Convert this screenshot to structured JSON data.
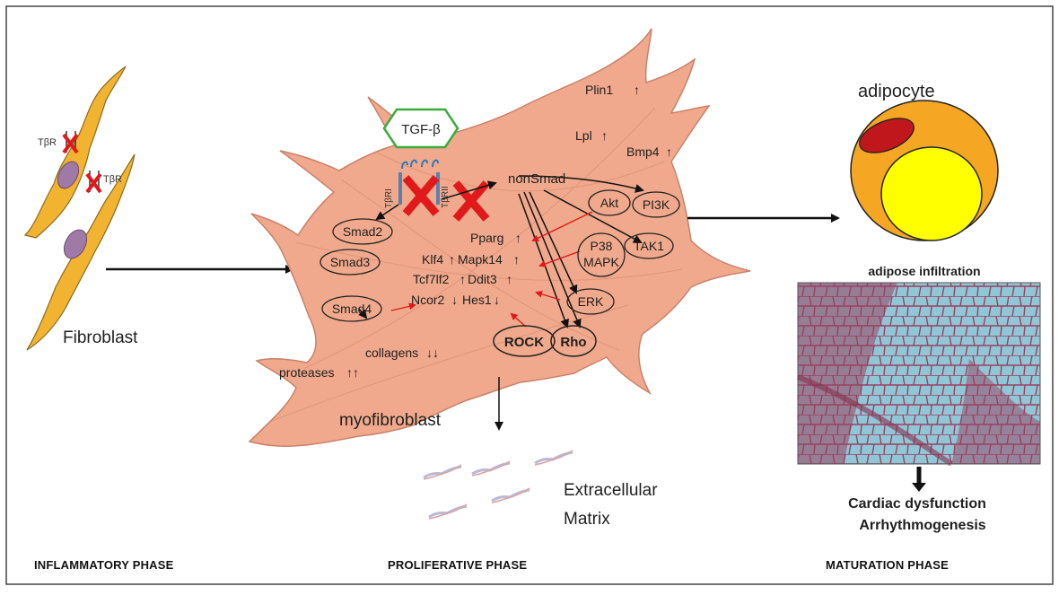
{
  "phases": {
    "inflammatory": "INFLAMMATORY PHASE",
    "proliferative": "PROLIFERATIVE PHASE",
    "maturation": "MATURATION PHASE"
  },
  "fibroblast": {
    "label": "Fibroblast",
    "receptor_1": "TβR",
    "receptor_2": "TβR"
  },
  "myofibroblast": {
    "label": "myofibroblast",
    "tgf_beta": "TGF-β",
    "receptor_i": "TβRI",
    "receptor_ii": "TβRII",
    "non_smad": "nonSmad",
    "smad2": "Smad2",
    "smad3": "Smad3",
    "smad4": "Smad4",
    "akt": "Akt",
    "pi3k": "PI3K",
    "p38": "P38",
    "mapk": "MAPK",
    "tak1": "TAK1",
    "erk": "ERK",
    "rock": "ROCK",
    "rho": "Rho",
    "genes": {
      "plin1": "Plin1",
      "lpl": "Lpl",
      "bmp4": "Bmp4",
      "pparg": "Pparg",
      "klf4": "Klf4",
      "mapk14": "Mapk14",
      "tcf7l2": "Tcf7lf2",
      "ddit3": "Ddit3",
      "ncor2": "Ncor2",
      "hes1": "Hes1",
      "collagens": "collagens",
      "proteases": "proteases"
    },
    "up_arrow": "↑",
    "down_arrow": "↓",
    "double_up": "↑↑",
    "double_down": "↓↓"
  },
  "ecm": {
    "line1": "Extracellular",
    "line2": "Matrix"
  },
  "maturation": {
    "adipocyte": "adipocyte",
    "adipose_infiltration": "adipose infiltration",
    "outcome_1": "Cardiac dysfunction",
    "outcome_2": "Arrhythmogenesis"
  },
  "colors": {
    "cell_body": "#f0a98c",
    "cell_outline": "#c9826a",
    "fibroblast": "#f2b331",
    "fibroblast_nucleus": "#a07aa6",
    "red_x": "#e0191b",
    "tgf_hexagon": "#3bab3b",
    "adipocyte_outer": "#f5a623",
    "adipocyte_inner": "#ffff00",
    "lipid_droplet": "#c0171c",
    "histology_bg": "#7fb7c9",
    "histology_tissue": "#8a2f4d"
  }
}
